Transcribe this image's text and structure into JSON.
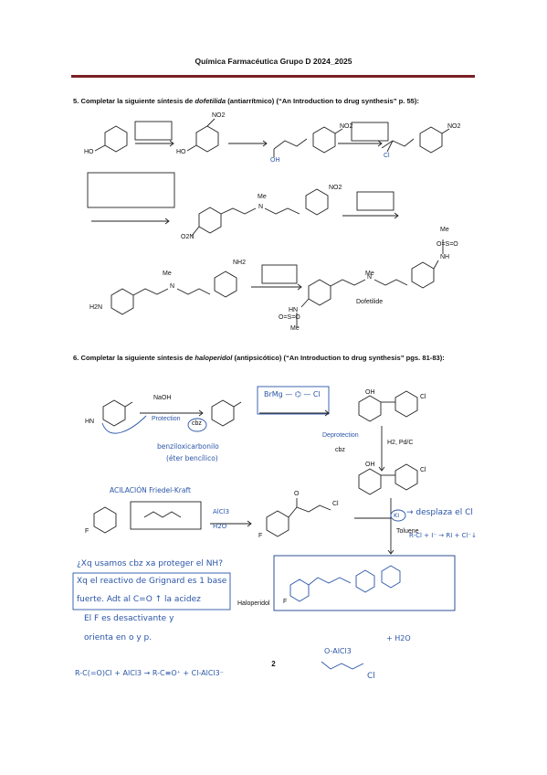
{
  "header": {
    "title": "Química Farmacéutica Grupo D 2024_2025"
  },
  "q5": {
    "num": "5.",
    "pre": "Completar la siguiente síntesis de",
    "drug": "dofetilida",
    "post": "(antiarrítmico) (“An Introduction to drug synthesis” p. 55):"
  },
  "q6": {
    "num": "6.",
    "pre": "Completar la siguiente síntesis de",
    "drug": "haloperidol",
    "post": "(antipsicótico) (“An Introduction to drug synthesis” pgs. 81-83):"
  },
  "scheme5": {
    "ho": "HO",
    "no2": "NO2",
    "oh": "OH",
    "cl": "Cl",
    "me": "Me",
    "n": "N",
    "h2n": "H2N",
    "nh2": "NH2",
    "o2n": "O2N",
    "nh": "NH",
    "hn": "HN",
    "s": "O=S=O",
    "dofetilide": "Dofetilide"
  },
  "scheme6": {
    "naoh": "NaOH",
    "protection": "Protection",
    "hn": "HN",
    "cbz": "cbz",
    "deprotection": "Deprotection",
    "h2pd": "H2, Pd/C",
    "toluene": "Toluene",
    "haloperidol": "Haloperidol",
    "f": "F",
    "cl": "Cl",
    "oh": "OH",
    "o": "O"
  },
  "handwriting": {
    "grignard": "BrMg — ⌬ — Cl",
    "cbz_name1": "benziloxicarbonilo",
    "cbz_name2": "(éter bencílico)",
    "acilacion": "ACILACIÓN Friedel-Kraft",
    "alcl3": "AlCl3",
    "h2o": "H2O",
    "ki": "KI",
    "desplaza": "→ desplaza el Cl",
    "finkelstein": "R-Cl + I⁻ → RI + Cl⁻↓",
    "note1": "¿Xq usamos cbz xa proteger el NH?",
    "note2": "Xq el reactivo de Grignard es 1 base",
    "note3": "fuerte. Adt al C=O ↑ la acidez",
    "note4": "El F es desactivante y",
    "note5": "orienta en o y p.",
    "mech": "R-C(=O)Cl + AlCl3 → R-C≡O⁺ + Cl-AlCl3⁻",
    "plus_h2o": "+ H2O",
    "complex": "O-AlCl3",
    "acyl": "Cl"
  },
  "page": {
    "number": "2"
  }
}
